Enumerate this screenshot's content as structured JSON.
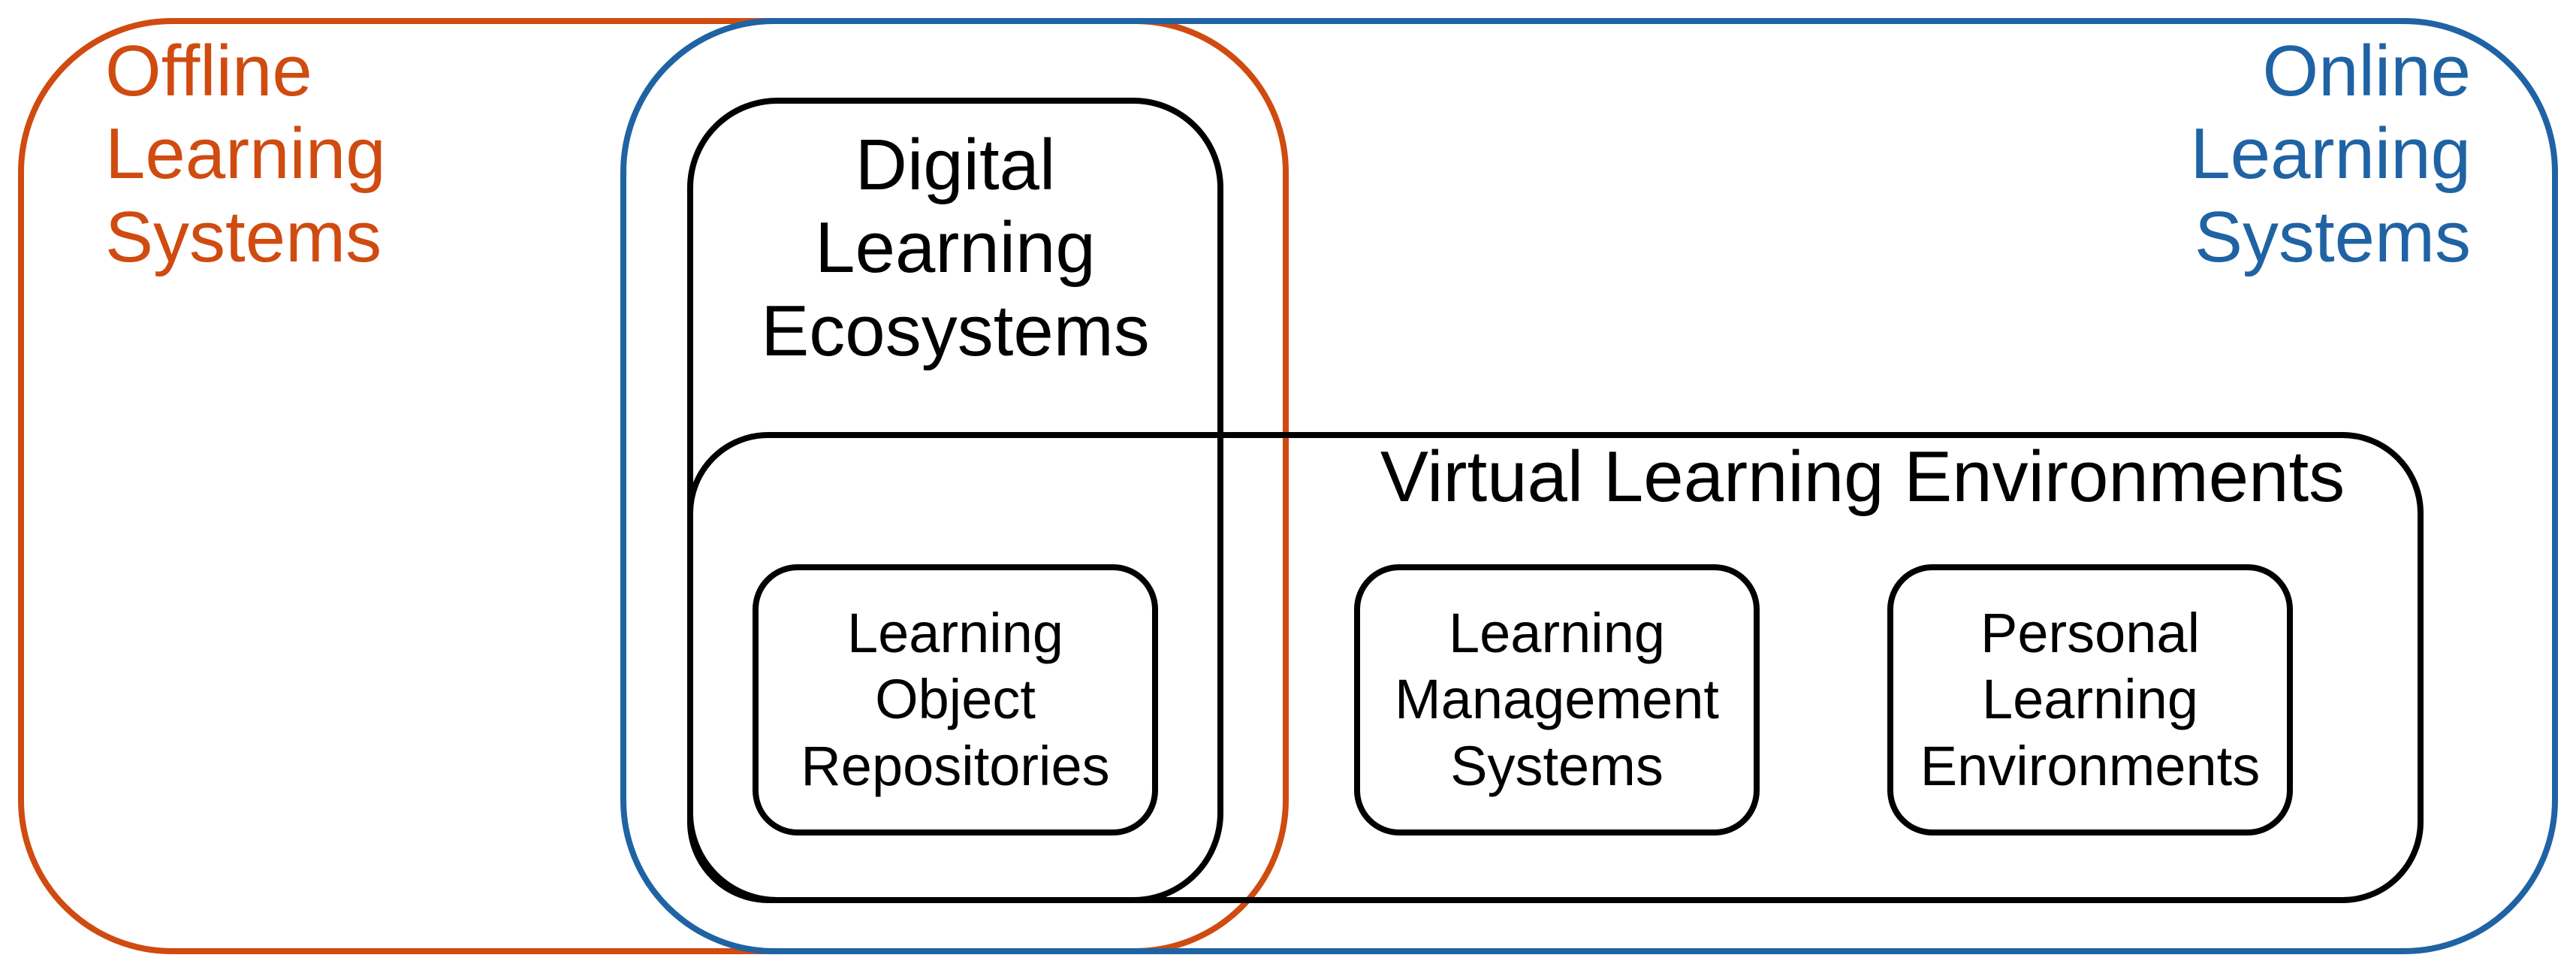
{
  "colors": {
    "offline": "#cf4b10",
    "online": "#1f63a4",
    "outline": "#000000"
  },
  "offline_systems": {
    "label": "Offline\nLearning\nSystems"
  },
  "online_systems": {
    "label": "Online\nLearning\nSystems"
  },
  "digital_learning_ecosystems": {
    "label": "Digital\nLearning\nEcosystems"
  },
  "virtual_learning_environments": {
    "label": "Virtual Learning Environments",
    "children": [
      {
        "label": "Learning\nObject\nRepositories"
      },
      {
        "label": "Learning\nManagement\nSystems"
      },
      {
        "label": "Personal\nLearning\nEnvironments"
      }
    ]
  }
}
